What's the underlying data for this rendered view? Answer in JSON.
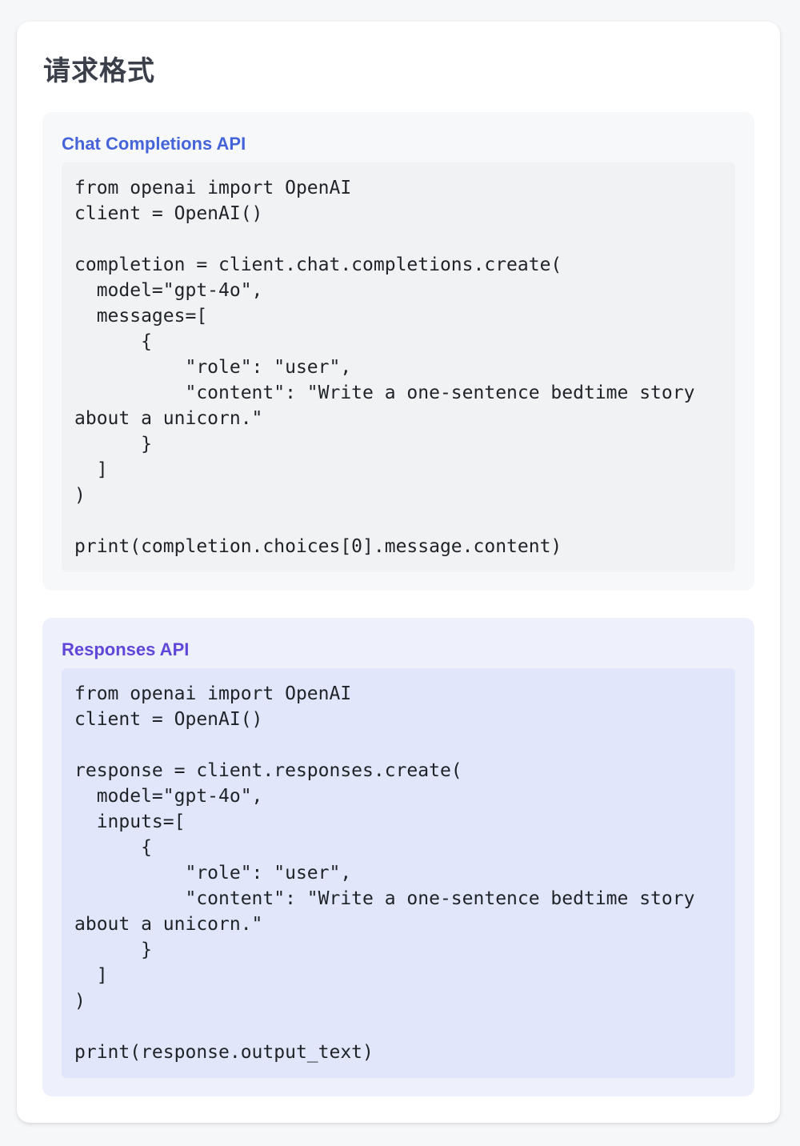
{
  "page": {
    "title": "请求格式"
  },
  "sections": [
    {
      "title": "Chat Completions API",
      "code": "from openai import OpenAI\nclient = OpenAI()\n\ncompletion = client.chat.completions.create(\n  model=\"gpt-4o\",\n  messages=[\n      {\n          \"role\": \"user\",\n          \"content\": \"Write a one-sentence bedtime story\nabout a unicorn.\"\n      }\n  ]\n)\n\nprint(completion.choices[0].message.content)"
    },
    {
      "title": "Responses API",
      "code": "from openai import OpenAI\nclient = OpenAI()\n\nresponse = client.responses.create(\n  model=\"gpt-4o\",\n  inputs=[\n      {\n          \"role\": \"user\",\n          \"content\": \"Write a one-sentence bedtime story\nabout a unicorn.\"\n      }\n  ]\n)\n\nprint(response.output_text)"
    }
  ],
  "colors": {
    "chat_accent": "#4664d9",
    "responses_accent": "#6147d8",
    "chat_code_bg": "#f1f2f4",
    "responses_code_bg": "#e1e6fa"
  }
}
